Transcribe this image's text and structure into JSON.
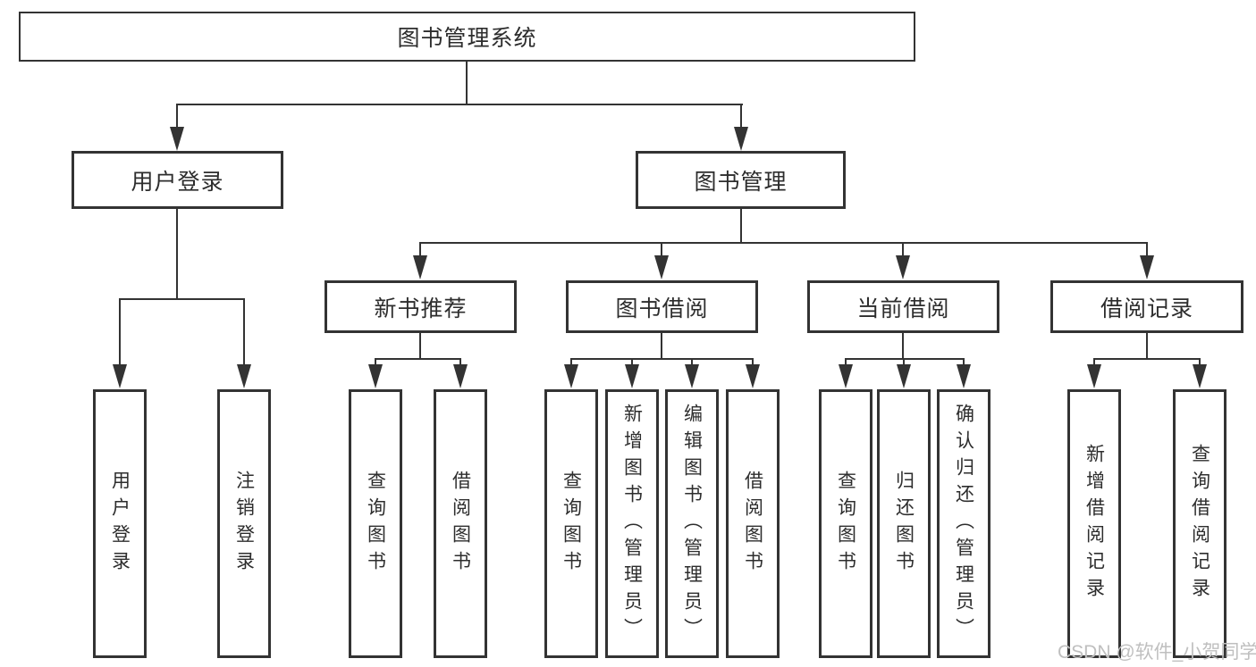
{
  "diagram": {
    "root": "图书管理系统",
    "user_branch": {
      "label": "用户登录",
      "children": [
        "用户登录",
        "注销登录"
      ]
    },
    "book_branch": {
      "label": "图书管理",
      "sections": [
        {
          "label": "新书推荐",
          "children": [
            "查询图书",
            "借阅图书"
          ]
        },
        {
          "label": "图书借阅",
          "children": [
            "查询图书",
            "新增图书（管理员）",
            "编辑图书（管理员）",
            "借阅图书"
          ]
        },
        {
          "label": "当前借阅",
          "children": [
            "查询图书",
            "归还图书",
            "确认归还（管理员）"
          ]
        },
        {
          "label": "借阅记录",
          "children": [
            "新增借阅记录",
            "查询借阅记录"
          ]
        }
      ]
    }
  },
  "watermark": "CSDN @软件_小贺同学",
  "colors": {
    "line": "#333333",
    "text": "#2d2d2d",
    "background": "#ffffff",
    "watermark": "#bfbfbf"
  }
}
